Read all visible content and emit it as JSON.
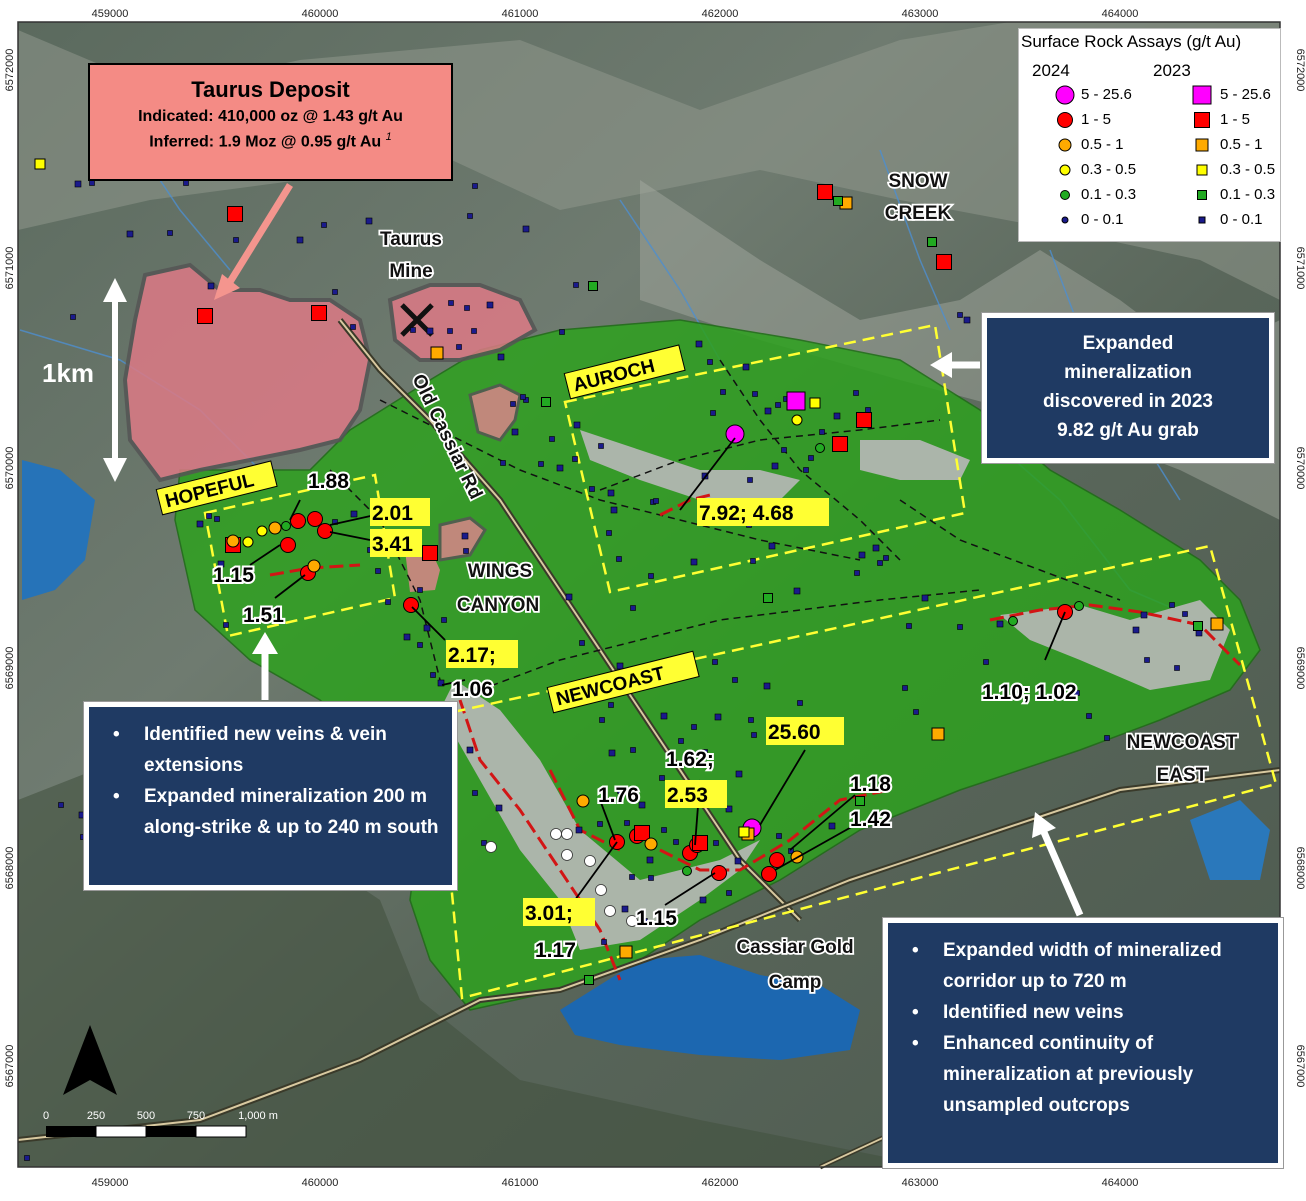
{
  "deposit": {
    "title": "Taurus Deposit",
    "indicated": "Indicated: 410,000 oz @ 1.43 g/t Au",
    "inferred": "Inferred: 1.9 Moz @ 0.95 g/t Au",
    "footnote": "1"
  },
  "axes": {
    "easting": [
      "459000",
      "460000",
      "461000",
      "462000",
      "463000",
      "464000"
    ],
    "northing": [
      "6572000",
      "6571000",
      "6570000",
      "6569000",
      "6568000",
      "6567000"
    ]
  },
  "legend": {
    "title": "Surface Rock Assays (g/t Au)",
    "year_a": "2024",
    "year_b": "2023",
    "classes": [
      {
        "label": "5 - 25.6",
        "color": "#ff00ff"
      },
      {
        "label": "1 - 5",
        "color": "#ff0000"
      },
      {
        "label": "0.5 - 1",
        "color": "#ffaa00"
      },
      {
        "label": "0.3 - 0.5",
        "color": "#ffff00"
      },
      {
        "label": "0.1 - 0.3",
        "color": "#22aa22"
      },
      {
        "label": "0 - 0.1",
        "color": "#1a1a8c"
      }
    ]
  },
  "labels": {
    "taurus_mine_1": "Taurus",
    "taurus_mine_2": "Mine",
    "snow_1": "SNOW",
    "snow_2": "CREEK",
    "road": "Old Cassiar Rd",
    "wings_1": "WINGS",
    "wings_2": "CANYON",
    "newcoast_east_1": "NEWCOAST",
    "newcoast_east_2": "EAST",
    "camp_1": "Cassiar Gold",
    "camp_2": "Camp",
    "scale_bar": "1km"
  },
  "zones": {
    "hopeful": "HOPEFUL",
    "auroch": "AUROCH",
    "newcoast": "NEWCOAST"
  },
  "grades": {
    "g188": "1.88",
    "g201": "2.01",
    "g341": "3.41",
    "g115a": "1.15",
    "g151": "1.51",
    "g217": "2.17;",
    "g106": "1.06",
    "g792": "7.92; 4.68",
    "g110": "1.10; 1.02",
    "g2560": "25.60",
    "g162": "1.62;",
    "g253": "2.53",
    "g176": "1.76",
    "g118": "1.18",
    "g142": "1.42",
    "g301": "3.01;",
    "g117": "1.17",
    "g115b": "1.15"
  },
  "callouts": {
    "auroch": [
      "Expanded",
      "mineralization",
      "discovered in 2023",
      "9.82 g/t Au grab"
    ],
    "hopeful": [
      "Identified new veins & vein extensions",
      "Expanded mineralization 200 m along-strike & up to 240 m south"
    ],
    "newcoast": [
      "Expanded width of mineralized corridor up to 720 m",
      "Identified new veins",
      "Enhanced continuity of mineralization at previously unsampled outcrops"
    ]
  },
  "scale": {
    "labels": [
      "0",
      "250",
      "500",
      "750",
      "1,000 m"
    ]
  },
  "north_arrow": "north-arrow-icon"
}
